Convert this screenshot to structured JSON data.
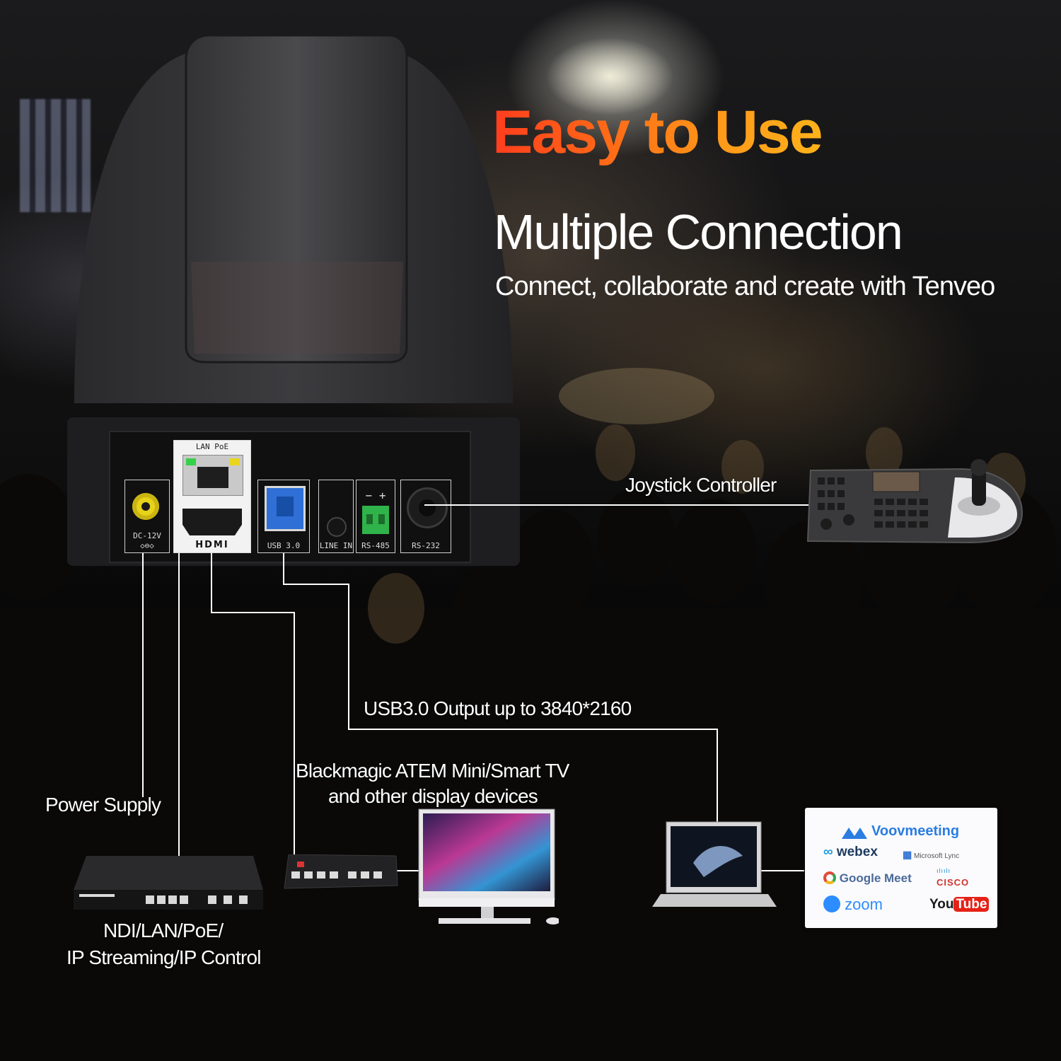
{
  "headline": "Easy to Use",
  "subhead": "Multiple Connection",
  "tagline": "Connect, collaborate and create with Tenveo",
  "ports": {
    "dc": "DC-12V",
    "dc_symbol": "◇⊖◇",
    "lan": "LAN PoE",
    "hdmi": "HDMI",
    "usb": "USB 3.0",
    "line_in": "LINE IN",
    "rs485_sign": "− +",
    "rs485": "RS-485",
    "rs232": "RS-232"
  },
  "labels": {
    "joystick": "Joystick Controller",
    "usb_output": "USB3.0 Output up to 3840*2160",
    "display_line1": "Blackmagic ATEM Mini/Smart TV",
    "display_line2": "and other display devices",
    "power": "Power Supply",
    "network_line1": "NDI/LAN/PoE/",
    "network_line2": "IP Streaming/IP Control"
  },
  "logos": {
    "voov": "Voovmeeting",
    "webex": "webex",
    "lync": "Microsoft Lync",
    "google_meet": "Google Meet",
    "cisco": "CISCO",
    "zoom": "zoom",
    "youtube_you": "You",
    "youtube_tube": "Tube"
  },
  "colors": {
    "headline_start": "#ff3d1e",
    "headline_end": "#ffb21a",
    "usb_port": "#2f6fd6",
    "rs485_terminal": "#2fb34a",
    "dc_jack": "#e8d21a",
    "lan_led_left": "#35d14a",
    "lan_led_right": "#e9d51c"
  }
}
